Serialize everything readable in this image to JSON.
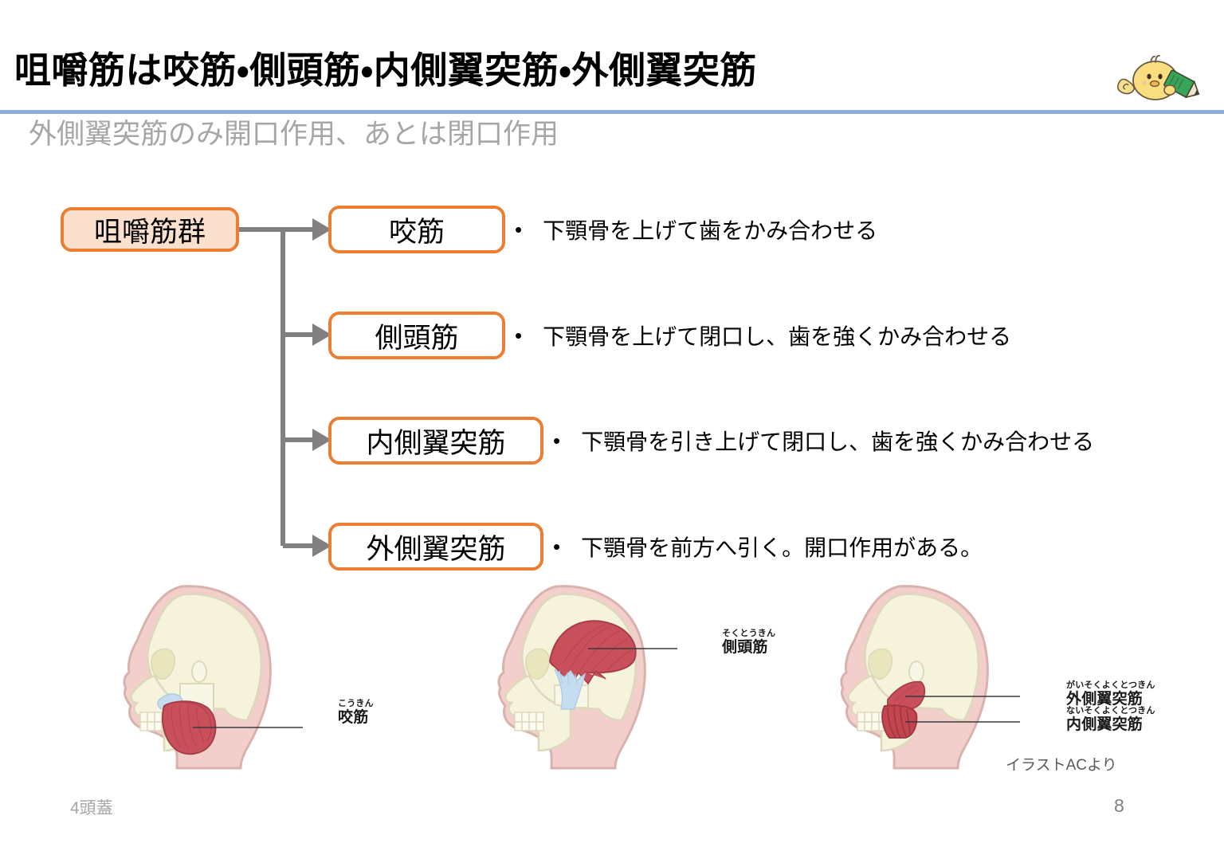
{
  "header": {
    "title": "咀嚼筋は咬筋・側頭筋・内側翼突筋・外側翼突筋",
    "subtitle": "外側翼突筋のみ開口作用、あとは閉口作用",
    "rule_color": "#8faadc",
    "mascot_name": "chick-with-pencil-logo"
  },
  "flow": {
    "source": {
      "label": "咀嚼筋群",
      "fill": "#fbe0cd",
      "border": "#ed7d31"
    },
    "connector_color": "#808080",
    "items": [
      {
        "label": "咬筋",
        "bullet": "・",
        "text": "下顎骨を上げて歯をかみ合わせる"
      },
      {
        "label": "側頭筋",
        "bullet": "・",
        "text": "下顎骨を上げて閉口し、歯を強くかみ合わせる"
      },
      {
        "label": "内側翼突筋",
        "bullet": "・",
        "text": "下顎骨を引き上げて閉口し、歯を強くかみ合わせる"
      },
      {
        "label": "外側翼突筋",
        "bullet": "・",
        "text": "下顎骨を前方へ引く。開口作用がある。"
      }
    ]
  },
  "illustrations": [
    {
      "name": "skull-masseter",
      "labels": [
        {
          "furigana": "こうきん",
          "kanji": "咬筋"
        }
      ]
    },
    {
      "name": "skull-temporalis",
      "labels": [
        {
          "furigana": "そくとうきん",
          "kanji": "側頭筋"
        }
      ]
    },
    {
      "name": "skull-pterygoid",
      "labels": [
        {
          "furigana": "がいそくよくとつきん",
          "kanji": "外側翼突筋"
        },
        {
          "furigana": "ないそくよくとつきん",
          "kanji": "内側翼突筋"
        }
      ]
    }
  ],
  "credit": "イラストACより",
  "footer": {
    "note": "4頭蓋",
    "page_number": "8"
  },
  "colors": {
    "accent_orange": "#ed7d31",
    "rule_blue": "#8faadc",
    "skin": "#f2cfca",
    "bone": "#f6f3dc",
    "muscle": "#c9505a",
    "tendon": "#c6dcef",
    "gray_text": "#a6a6a6"
  }
}
